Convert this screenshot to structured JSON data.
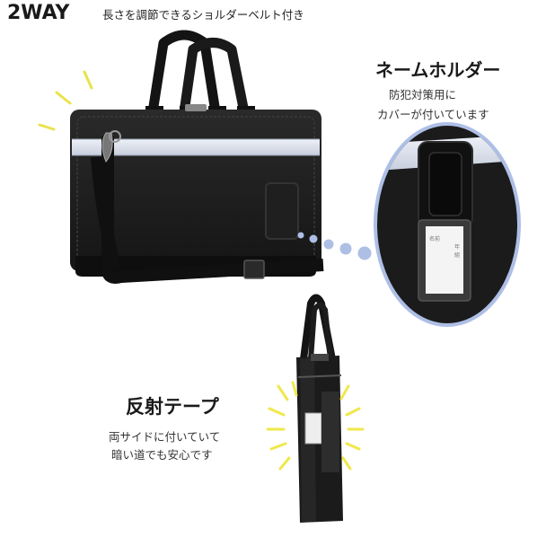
{
  "header": {
    "badge": "2WAY",
    "caption": "長さを調節できるショルダーベルト付き"
  },
  "name_holder": {
    "title": "ネームホルダー",
    "desc_line1": "防犯対策用に",
    "desc_line2": "カバーが付いています",
    "card_text": [
      "名前",
      "年",
      "組"
    ]
  },
  "reflective_tape": {
    "title": "反射テープ",
    "desc_line1": "両サイドに付いていて",
    "desc_line2": "暗い道でも安心です"
  },
  "colors": {
    "bag": "#1c1c1c",
    "reflective_strip": "#d6dbe8",
    "highlight_ring": "#aebfe6",
    "spark": "#f0e84c"
  }
}
